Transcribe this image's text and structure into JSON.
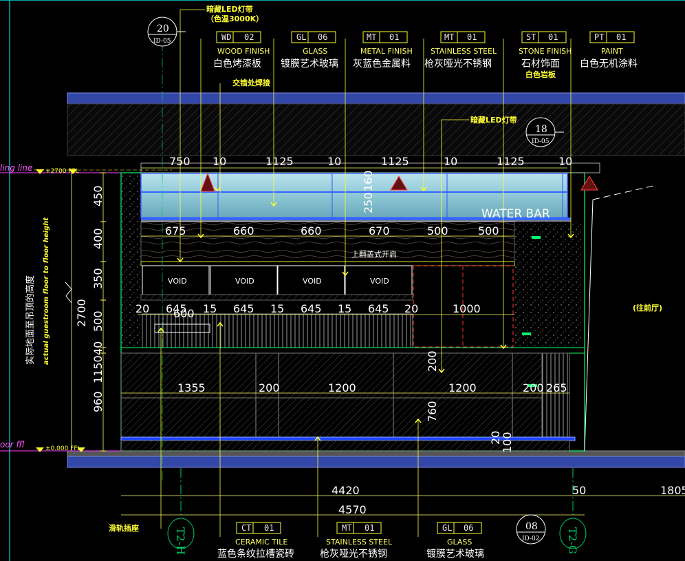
{
  "notes": {
    "led_strip_top": "暗藏LED灯带",
    "led_color_temp": "（色温3000K）",
    "joint_detail": "交错处焊接",
    "led_strip_mid": "暗藏LED灯带",
    "slide_socket": "滑轨插座",
    "flip_cover": "上翻盖式开启",
    "to_lobby": "(往前厅)",
    "water_bar": "WATER BAR",
    "height_cn": "实际地面至吊顶的高度",
    "height_en": "actual guestroom floor to floor height",
    "ceiling_line": "ling line",
    "ceiling_level": "+2700 FFL",
    "floor_line": "oor ffl",
    "floor_level": "±0.000 FFL"
  },
  "materials_top": [
    {
      "code": "WD",
      "num": "02",
      "en": "WOOD FINISH",
      "cn": "白色烤漆板",
      "cn2": ""
    },
    {
      "code": "GL",
      "num": "06",
      "en": "GLASS",
      "cn": "镀膜艺术玻璃",
      "cn2": ""
    },
    {
      "code": "MT",
      "num": "01",
      "en": "METAL FINISH",
      "cn": "灰蓝色金属料",
      "cn2": ""
    },
    {
      "code": "MT",
      "num": "01",
      "en": "STAINLESS STEEL",
      "cn": "枪灰哑光不锈钢",
      "cn2": ""
    },
    {
      "code": "ST",
      "num": "01",
      "en": "STONE FINISH",
      "cn": "石材饰面",
      "cn2": "白色岩板"
    },
    {
      "code": "PT",
      "num": "01",
      "en": "PAINT",
      "cn": "白色无机涂料",
      "cn2": ""
    }
  ],
  "materials_bottom": [
    {
      "code": "CT",
      "num": "01",
      "en": "CERAMIC TILE",
      "cn": "蓝色条纹拉槽瓷砖"
    },
    {
      "code": "MT",
      "num": "01",
      "en": "STAINLESS STEEL",
      "cn": "枪灰哑光不锈钢"
    },
    {
      "code": "GL",
      "num": "06",
      "en": "GLASS",
      "cn": "镀膜艺术玻璃"
    }
  ],
  "bubbles": [
    {
      "top": "20",
      "bottom": "ID-05"
    },
    {
      "top": "18",
      "bottom": "ID-05"
    },
    {
      "top": "08",
      "bottom": "ID-02"
    }
  ],
  "grid_axes": [
    "T2-H",
    "T2-G"
  ],
  "dims_top_row": [
    "750",
    "10",
    "1125",
    "10",
    "1125",
    "10",
    "1125",
    "10"
  ],
  "dims_second_row": [
    "675",
    "660",
    "660",
    "670",
    "500",
    "500"
  ],
  "dims_glass": [
    "250",
    "160"
  ],
  "dims_third_row": [
    "20",
    "645",
    "15",
    "645",
    "15",
    "645",
    "15",
    "645",
    "20",
    "1000"
  ],
  "dim_600": "600",
  "dims_counter": [
    "1355",
    "200",
    "1200",
    "1200",
    "200",
    "265"
  ],
  "dims_vertical_left": [
    "450",
    "400",
    "350",
    "500",
    "40",
    "1150",
    "960"
  ],
  "dim_total_height": "2700",
  "dims_vertical_inner": [
    "200",
    "760",
    "20",
    "100"
  ],
  "dims_overall": [
    "4420",
    "50",
    "1805",
    "4570"
  ],
  "void_labels": [
    "VOID",
    "VOID",
    "VOID",
    "VOID"
  ]
}
